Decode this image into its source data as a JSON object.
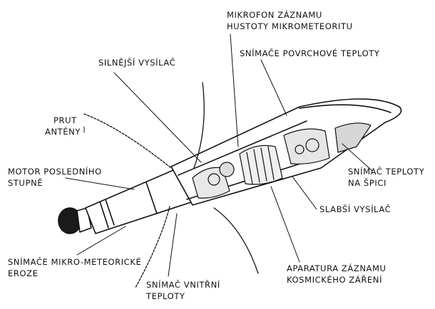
{
  "labels": {
    "mikrofon": [
      "MIKROFON ZÁZNAMU",
      "HUSTOTY MIKROMETEORITU"
    ],
    "snimace_povrchove": "SNÍMAČE POVRCHOVÉ TEPLOTY",
    "silnejsi": "SILNĚJŠÍ VYSÍLAČ",
    "prut": [
      "PRUT",
      "ANTÉNY"
    ],
    "motor": [
      "MOTOR POSLEDNÍHO",
      "STUPNĚ"
    ],
    "snimac_spici": [
      "SNÍMAČ TEPLOTY",
      "NA ŠPICI"
    ],
    "slabsi": "SLABŠÍ VYSÍLAČ",
    "mikro_eroze": [
      "SNÍMAČE MIKRO-METEORICKÉ",
      "EROZE"
    ],
    "aparatura": [
      "APARATURA ZÁZNAMU",
      "KOSMICKÉHO ZÁŘENÍ"
    ],
    "vnitrni": [
      "SNÍMAČ VNITŘNÍ",
      "TEPLOTY"
    ]
  },
  "colors": {
    "ink": "#111111",
    "background": "#ffffff"
  }
}
